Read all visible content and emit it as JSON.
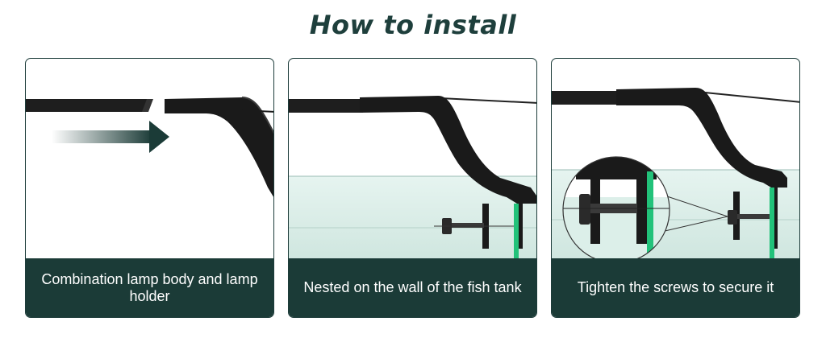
{
  "title": "How to install",
  "steps": [
    {
      "caption": "Combination lamp body and lamp holder"
    },
    {
      "caption": "Nested on the wall of the fish tank"
    },
    {
      "caption": "Tighten the screws to secure it"
    }
  ],
  "colors": {
    "title": "#1e3f3c",
    "caption_bg": "#1b3b37",
    "caption_text": "#ffffff",
    "lamp": "#1c1c1c",
    "glass": "#cfe9e3",
    "glass_edge": "#22c27a"
  }
}
